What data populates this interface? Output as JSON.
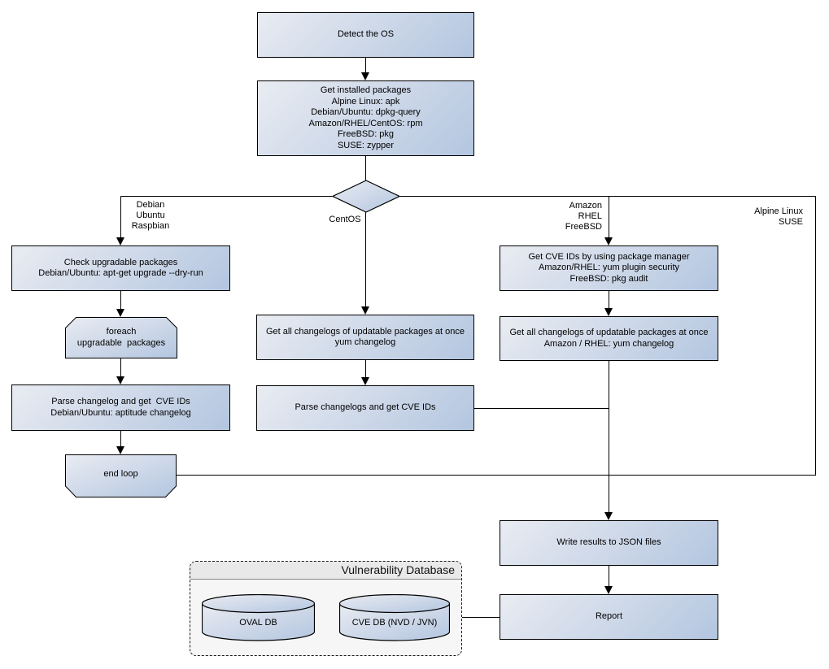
{
  "nodes": {
    "detect_os": "Detect the OS",
    "get_installed_packages": "Get installed packages\nAlpine Linux: apk\nDebian/Ubuntu: dpkg-query\nAmazon/RHEL/CentOS: rpm\nFreeBSD: pkg\nSUSE: zypper",
    "check_upgradable": "Check upgradable packages\nDebian/Ubuntu: apt-get upgrade --dry-run",
    "foreach_loop": "foreach\nupgradable  packages",
    "parse_changelog_deb": "Parse changelog and get  CVE IDs\nDebian/Ubuntu: aptitude changelog",
    "end_loop": "end loop",
    "get_changelogs_centos": "Get all changelogs of updatable packages at once\nyum changelog",
    "parse_changelogs_centos": "Parse changelogs and get CVE IDs",
    "get_cve_ids_pkg_mgr": "Get CVE IDs by using package manager\nAmazon/RHEL: yum plugin security\nFreeBSD: pkg audit",
    "get_changelogs_amazon": "Get all changelogs of updatable packages at once\nAmazon / RHEL: yum changelog",
    "write_results": "Write results to JSON files",
    "report": "Report"
  },
  "branch_labels": {
    "left": "Debian\nUbuntu\nRaspbian",
    "center": "CentOS",
    "right": "Amazon\nRHEL\nFreeBSD",
    "far_right": "Alpine Linux\nSUSE"
  },
  "database_group": {
    "title": "Vulnerability Database",
    "oval_db": "OVAL DB",
    "cve_db": "CVE DB (NVD / JVN)"
  },
  "colors": {
    "node_gradient_start": "#e9ecf2",
    "node_gradient_end": "#b3c6e0",
    "node_border": "#000000",
    "line": "#000000",
    "group_fill": "#f6f6f6",
    "group_header_fill": "#e9e9e9"
  }
}
